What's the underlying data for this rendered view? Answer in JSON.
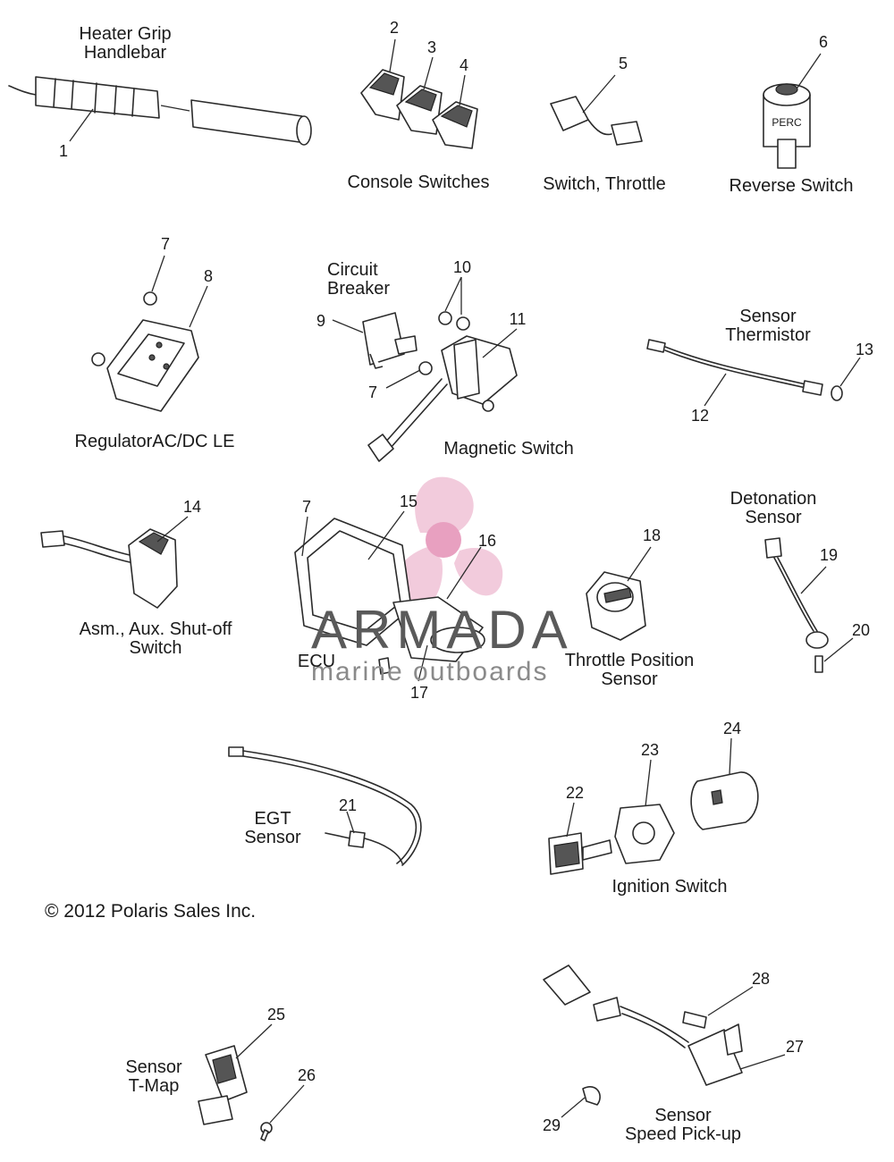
{
  "captions": {
    "heater_grip": "Heater Grip\nHandlebar",
    "console_switches": "Console Switches",
    "switch_throttle": "Switch, Throttle",
    "reverse_switch": "Reverse Switch",
    "reverse_switch_mark": "PERC",
    "circuit_breaker": "Circuit\nBreaker",
    "sensor_thermistor": "Sensor\nThermistor",
    "regulator": "RegulatorAC/DC LE",
    "magnetic_switch": "Magnetic Switch",
    "detonation_sensor": "Detonation\nSensor",
    "aux_shutoff": "Asm., Aux. Shut-off\nSwitch",
    "ecu": "ECU",
    "throttle_position": "Throttle Position\nSensor",
    "egt_sensor": "EGT\nSensor",
    "ignition_switch": "Ignition Switch",
    "sensor_tmap": "Sensor\nT-Map",
    "speed_pickup": "Sensor\nSpeed Pick-up"
  },
  "copyright": "© 2012 Polaris Sales Inc.",
  "watermark": {
    "title": "ARMADA",
    "subtitle": "marine outboards",
    "logo_color": "#e8a0c0"
  },
  "callouts": {
    "n1": "1",
    "n2": "2",
    "n3": "3",
    "n4": "4",
    "n5": "5",
    "n6": "6",
    "n7a": "7",
    "n7b": "7",
    "n7c": "7",
    "n8": "8",
    "n9": "9",
    "n10": "10",
    "n11": "11",
    "n12": "12",
    "n13": "13",
    "n14": "14",
    "n15": "15",
    "n16": "16",
    "n17": "17",
    "n18": "18",
    "n19": "19",
    "n20": "20",
    "n21": "21",
    "n22": "22",
    "n23": "23",
    "n24": "24",
    "n25": "25",
    "n26": "26",
    "n27": "27",
    "n28": "28",
    "n29": "29"
  }
}
